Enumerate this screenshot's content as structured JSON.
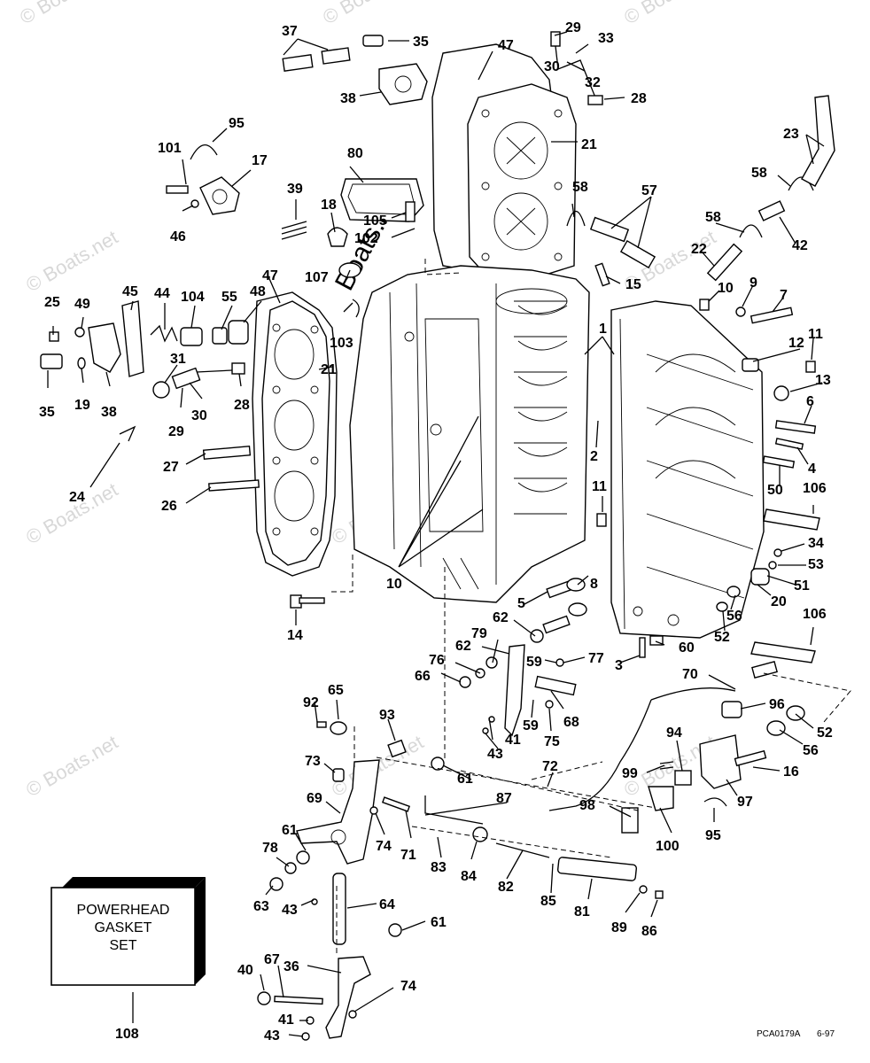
{
  "watermark": "© Boats.net",
  "watermark_inline": "Boats.net",
  "gasket_set_box": {
    "lines": [
      "POWERHEAD",
      "GASKET",
      "SET"
    ],
    "number": "108"
  },
  "drawing_code": "PCA0179A",
  "drawing_date": "6-97",
  "labels": {
    "n1": "1",
    "n2": "2",
    "n3": "3",
    "n4": "4",
    "n5": "5",
    "n6": "6",
    "n7": "7",
    "n8": "8",
    "n9": "9",
    "n10a": "10",
    "n10b": "10",
    "n11a": "11",
    "n11b": "11",
    "n12": "12",
    "n13": "13",
    "n14": "14",
    "n15": "15",
    "n16": "16",
    "n17": "17",
    "n18": "18",
    "n19": "19",
    "n20": "20",
    "n21a": "21",
    "n21b": "21",
    "n22": "22",
    "n23": "23",
    "n24": "24",
    "n25": "25",
    "n26": "26",
    "n27": "27",
    "n28a": "28",
    "n28b": "28",
    "n29a": "29",
    "n29b": "29",
    "n30a": "30",
    "n30b": "30",
    "n31": "31",
    "n32": "32",
    "n33": "33",
    "n34": "34",
    "n35a": "35",
    "n35b": "35",
    "n36": "36",
    "n37": "37",
    "n38a": "38",
    "n38b": "38",
    "n39": "39",
    "n40": "40",
    "n41a": "41",
    "n41b": "41",
    "n42": "42",
    "n43a": "43",
    "n43b": "43",
    "n43c": "43",
    "n44": "44",
    "n45": "45",
    "n46": "46",
    "n47a": "47",
    "n47b": "47",
    "n48": "48",
    "n49": "49",
    "n50": "50",
    "n51": "51",
    "n52a": "52",
    "n52b": "52",
    "n53": "53",
    "n55": "55",
    "n56a": "56",
    "n56b": "56",
    "n57": "57",
    "n58a": "58",
    "n58b": "58",
    "n58c": "58",
    "n59a": "59",
    "n59b": "59",
    "n60": "60",
    "n61a": "61",
    "n61b": "61",
    "n61c": "61",
    "n62a": "62",
    "n62b": "62",
    "n63": "63",
    "n64": "64",
    "n65": "65",
    "n66": "66",
    "n67": "67",
    "n68": "68",
    "n69": "69",
    "n70": "70",
    "n71": "71",
    "n72": "72",
    "n73": "73",
    "n74a": "74",
    "n74b": "74",
    "n75": "75",
    "n76": "76",
    "n77": "77",
    "n78": "78",
    "n79": "79",
    "n80": "80",
    "n81": "81",
    "n82": "82",
    "n83": "83",
    "n84": "84",
    "n85": "85",
    "n86": "86",
    "n87": "87",
    "n89": "89",
    "n92": "92",
    "n93": "93",
    "n94": "94",
    "n95a": "95",
    "n95b": "95",
    "n96": "96",
    "n97": "97",
    "n98": "98",
    "n99": "99",
    "n100": "100",
    "n101": "101",
    "n102": "102",
    "n103": "103",
    "n104": "104",
    "n105": "105",
    "n106a": "106",
    "n106b": "106",
    "n107": "107"
  }
}
